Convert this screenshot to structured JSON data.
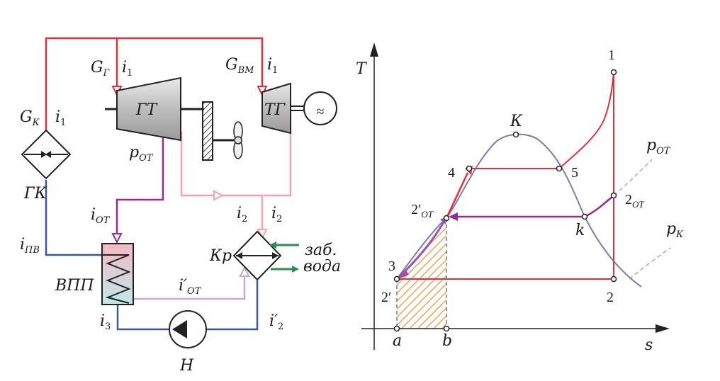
{
  "colors": {
    "steam_live": "#e0303a",
    "steam_exhaust": "#f5a3aa",
    "extraction": "#9b2a8e",
    "drain": "#c8a8d8",
    "water": "#3a5a90",
    "cooling_water": "#2e8b57",
    "saturation_curve": "#7d7da8",
    "hatch": "#f5a35a"
  },
  "scheme": {
    "g_turbine_label": "G",
    "g_turbine_sub": "Г",
    "i1_label": "i",
    "i1_sub": "1",
    "g_aux_label": "G",
    "g_aux_sub": "ВМ",
    "g_boiler_label": "G",
    "g_boiler_sub": "К",
    "main_turbine": "ГТ",
    "aux_turbine": "ТГ",
    "generator_symbol": "≈",
    "boiler": "ГК",
    "p_ot_label": "p",
    "p_ot_sub": "ОТ",
    "i_ot_label": "i",
    "i_ot_sub": "ОТ",
    "i2_label": "i",
    "i2_sub": "2",
    "condenser": "Кр",
    "cooling_water_line1": "заб.",
    "cooling_water_line2": "вода",
    "i_pv_label": "i",
    "i_pv_sub": "ПВ",
    "heater": "ВПП",
    "i_ot_prime_label": "i′",
    "i_ot_prime_sub": "ОТ",
    "i3_label": "i",
    "i3_sub": "3",
    "i2_prime_label": "i′",
    "i2_prime_sub": "2",
    "pump": "Н"
  },
  "ts_diagram": {
    "axis_t": "T",
    "axis_s": "s",
    "point_1": "1",
    "point_K": "К",
    "point_p_ot": "p",
    "point_p_ot_sub": "ОТ",
    "point_4": "4",
    "point_5": "5",
    "point_2ot": "2",
    "point_2ot_sub": "ОТ",
    "point_2ot_prime": "2′",
    "point_2ot_prime_sub": "ОТ",
    "point_k": "k",
    "point_p_k": "p",
    "point_p_k_sub": "К",
    "point_3": "3",
    "point_2": "2",
    "point_2_prime": "2′",
    "point_a": "a",
    "point_b": "b"
  }
}
